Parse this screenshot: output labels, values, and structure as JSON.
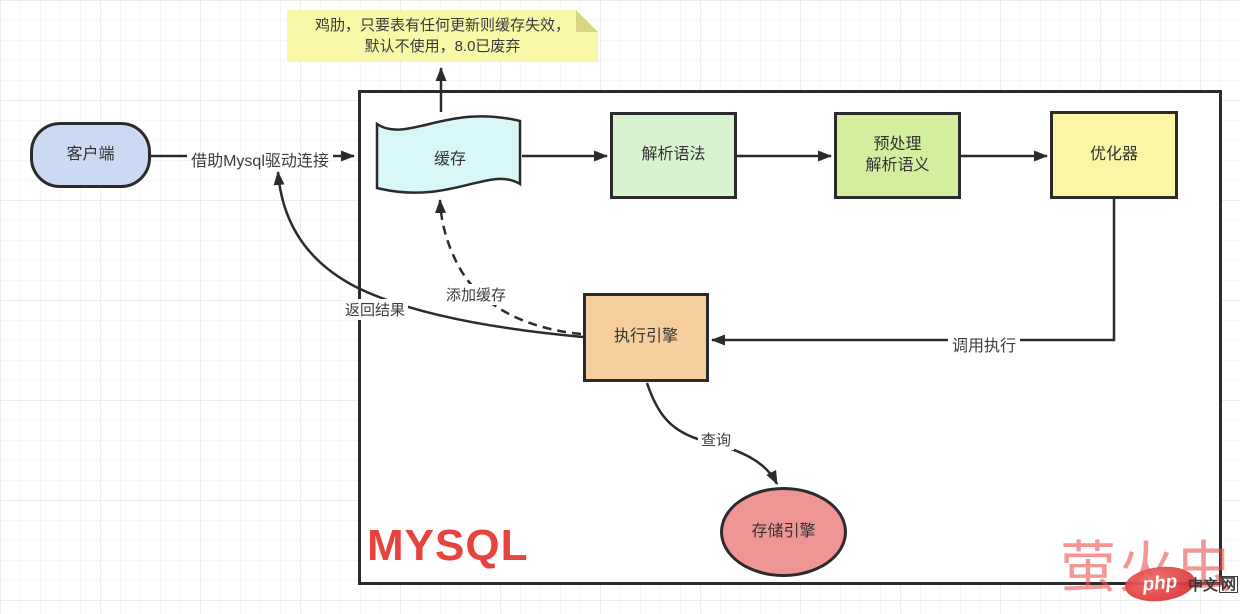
{
  "note": {
    "line1": "鸡肋，只要表有任何更新则缓存失效，",
    "line2": "默认不使用，8.0已废弃"
  },
  "container": {
    "title": "MYSQL",
    "title_color": "#e8423d"
  },
  "nodes": {
    "client": {
      "label": "客户端",
      "color": "#ccd9f2"
    },
    "cache": {
      "label": "缓存",
      "color": "#d9f6f8"
    },
    "parse": {
      "label": "解析语法",
      "color": "#d8f3cf"
    },
    "preprocess": {
      "label": "预处理\n解析语义",
      "color": "#d3ee9f"
    },
    "optimizer": {
      "label": "优化器",
      "color": "#fbf6a3"
    },
    "executor": {
      "label": "执行引擎",
      "color": "#f5cf9d"
    },
    "storage": {
      "label": "存储引擎",
      "color": "#ef9694"
    }
  },
  "edges": {
    "connect": "借助Mysql驱动连接",
    "return_result": "返回结果",
    "add_cache": "添加缓存",
    "call_execute": "调用执行",
    "query": "查询"
  },
  "watermark": {
    "text": "萤火虫",
    "logo": "php",
    "site": "中文",
    "site_suffix": "网"
  }
}
